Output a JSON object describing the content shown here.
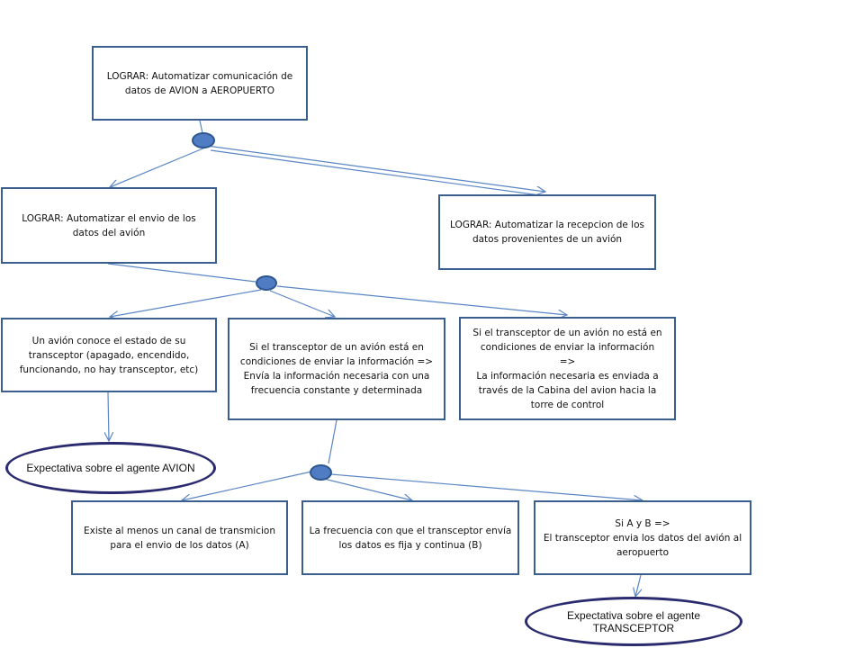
{
  "diagram": {
    "colors": {
      "box_border": "#3a5f8f",
      "node_fill": "#4f7cc3",
      "node_border": "#2f568f",
      "connector": "#5b86c4",
      "ellipse_border": "#2a2a6e"
    },
    "goals": {
      "root": "LOGRAR: Automatizar  comunicación de datos de AVION a AEROPUERTO",
      "send": "LOGRAR: Automatizar  el envio de los datos del avión",
      "receive": "LOGRAR: Automatizar  la recepcion de los datos provenientes de un avión"
    },
    "subgoals": {
      "state": "Un avión conoce el estado de su transceptor (apagado,  encendido, funcionando, no hay transceptor, etc)",
      "can_send": "Si el transceptor de un avión está en condiciones de enviar la información =>\nEnvía la información necesaria con una frecuencia constante y determinada",
      "cannot_send": "Si el transceptor de un avión no está en condiciones de enviar la información\n=>\nLa información necesaria es enviada a través de la Cabina del avion hacia la torre de control"
    },
    "conditions": {
      "a": "Existe al menos un canal de transmicion para el envio de los datos (A)",
      "b": "La frecuencia con que el transceptor envía los datos es fija y continua (B)",
      "ab": "Si A  y B =>\nEl transceptor envia los datos del avión al aeropuerto"
    },
    "expectations": {
      "avion": "Expectativa sobre el agente AVION",
      "transceptor": "Expectativa sobre el agente\nTRANSCEPTOR"
    }
  }
}
